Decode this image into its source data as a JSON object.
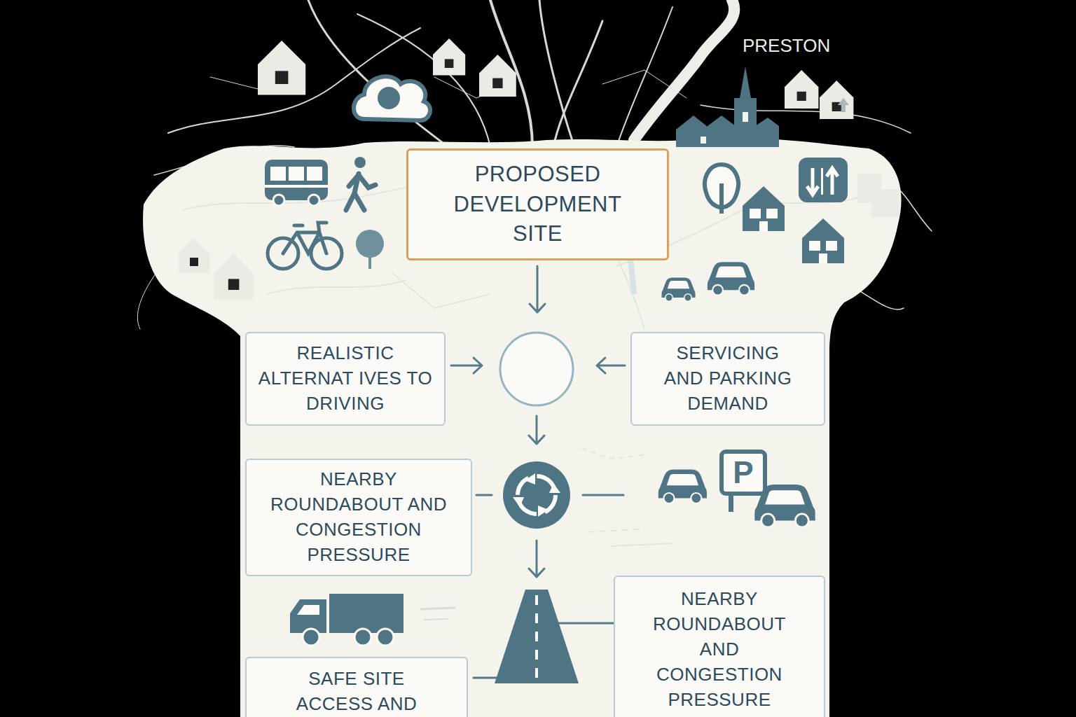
{
  "diagram": {
    "nodes": [
      {
        "text": [
          "PROPOSED DEVELOPMENT SITE"
        ]
      },
      {
        "text": [
          "REALISTIC ALTERNAT IVES TO DRIVING"
        ]
      },
      {
        "text": [
          "SERVICING AND PARKING DEMAND"
        ]
      },
      {
        "text": [
          "NEARBY ROUNDABOUT AND CONGESTION PRESSURE"
        ]
      },
      {
        "text": [
          "NEARBY ROUNDABOUT AND CONGESTION PRESSURE"
        ]
      },
      {
        "text": [
          "SAFE SITE ACCESS AND"
        ]
      }
    ],
    "labels": [
      "PRESTON",
      "P"
    ]
  }
}
